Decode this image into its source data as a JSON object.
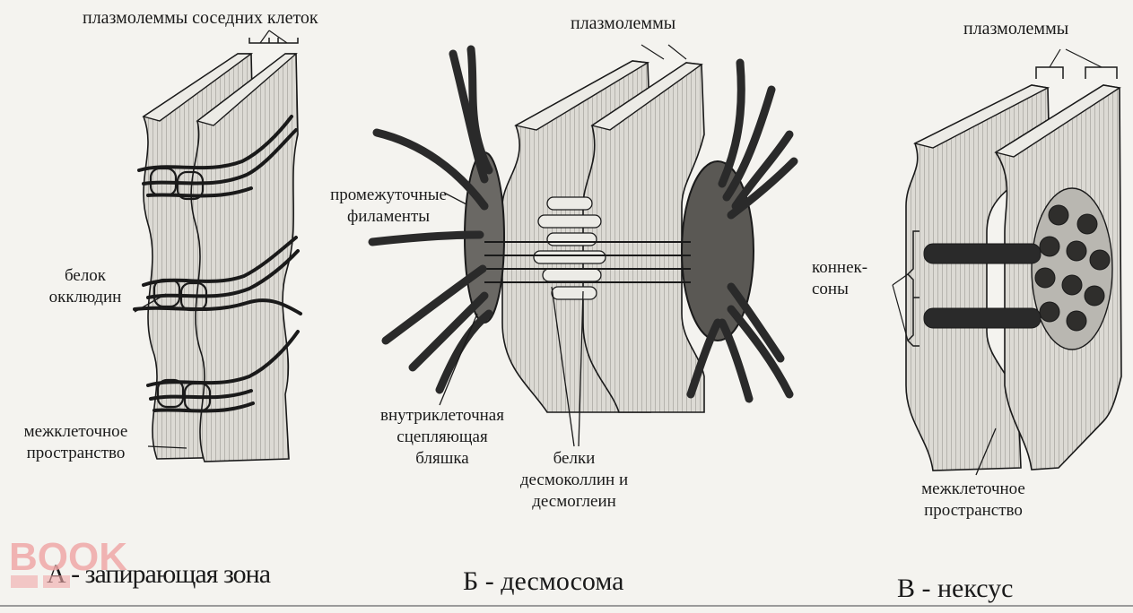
{
  "panels": {
    "a": {
      "top_label": "плазмолеммы соседних клеток",
      "protein_label": [
        "белок",
        "окклюдин"
      ],
      "space_label": [
        "межклеточное",
        "пространство"
      ],
      "caption": "А - запирающая зона"
    },
    "b": {
      "top_label": "плазмолеммы",
      "filament_label": [
        "промежуточные",
        "филаменты"
      ],
      "plaque_label": [
        "внутриклеточная",
        "сцепляющая",
        "бляшка"
      ],
      "protein_label": [
        "белки",
        "десмоколлин и",
        "десмоглеин"
      ],
      "caption": "Б - десмосома"
    },
    "c": {
      "top_label": "плазмолеммы",
      "connexon_label": [
        "коннек-",
        "соны"
      ],
      "space_label": [
        "межклеточное",
        "пространство"
      ],
      "caption": "В - нексус"
    }
  },
  "watermark": {
    "text": "BOOK",
    "color": "#f0a8a8"
  },
  "colors": {
    "ink": "#1a1a1a",
    "membrane_fill": "#e2e0da",
    "membrane_dark": "#8a8883",
    "background": "#f4f3ef"
  }
}
